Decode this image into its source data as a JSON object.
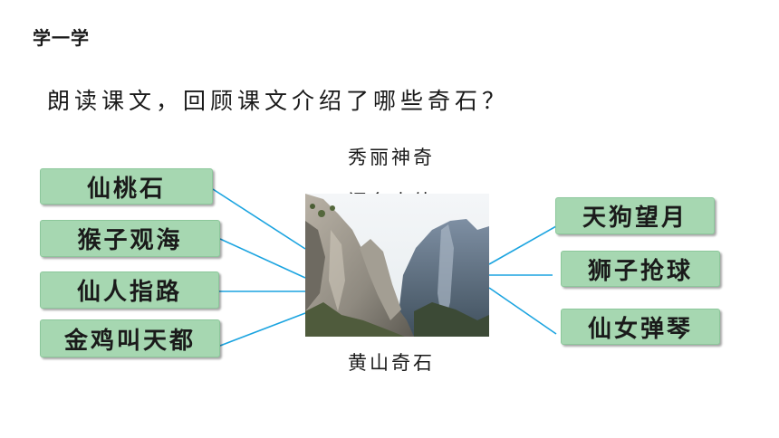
{
  "section_title": "学一学",
  "question": "朗读课文，回顾课文介绍了哪些奇石？",
  "captions": {
    "top1": "秀丽神奇",
    "top2": "闻名中外",
    "bottom": "黄山奇石"
  },
  "left_stones": [
    "仙桃石",
    "猴子观海",
    "仙人指路",
    "金鸡叫天都"
  ],
  "right_stones": [
    "天狗望月",
    "狮子抢球",
    "仙女弹琴"
  ],
  "colors": {
    "stone_fill": "#a6d7b1",
    "connector_line": "#1ba4e0"
  }
}
